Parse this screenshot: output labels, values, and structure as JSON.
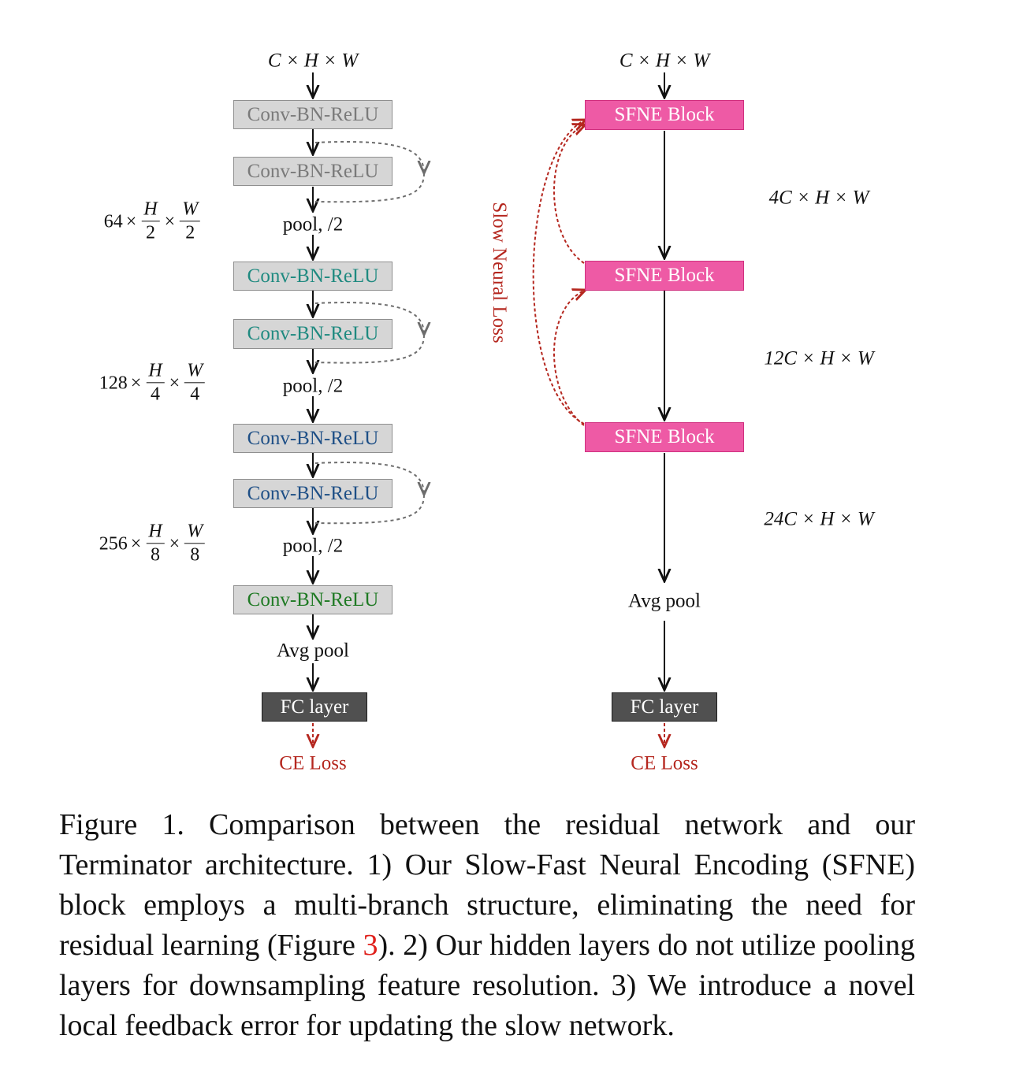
{
  "left": {
    "input": "C × H × W",
    "conv_label": "Conv-BN-ReLU",
    "pool_label": "pool, /2",
    "avg_pool": "Avg pool",
    "fc": "FC layer",
    "loss": "CE Loss",
    "stage_dims": [
      {
        "channels": "64",
        "h_num": "H",
        "h_den": "2",
        "w_num": "W",
        "w_den": "2"
      },
      {
        "channels": "128",
        "h_num": "H",
        "h_den": "4",
        "w_num": "W",
        "w_den": "4"
      },
      {
        "channels": "256",
        "h_num": "H",
        "h_den": "8",
        "w_num": "W",
        "w_den": "8"
      }
    ]
  },
  "right": {
    "input": "C × H × W",
    "block_label": "SFNE Block",
    "dims": [
      "4C × H × W",
      "12C × H × W",
      "24C × H × W"
    ],
    "side_label": "Slow Neural Loss",
    "avg_pool": "Avg pool",
    "fc": "FC layer",
    "loss": "CE Loss"
  },
  "colors": {
    "conv_gray_text": "#7a7a7a",
    "conv_teal_text": "#1f8a80",
    "conv_blue_text": "#1e4f86",
    "conv_green_text": "#1f7a24",
    "sfne_fill": "#ee5aa5",
    "loss_red": "#b5271f"
  },
  "caption": {
    "part1": "Figure 1.  Comparison between the residual network and our Terminator architecture.  1) Our Slow-Fast Neural Encoding (SFNE) block employs a multi-branch structure, eliminating the need for residual learning (Figure ",
    "ref": "3",
    "part2": ").  2) Our hidden layers do not utilize pooling layers for downsampling feature resolution.  3) We introduce a novel local feedback error for updating the slow network."
  }
}
